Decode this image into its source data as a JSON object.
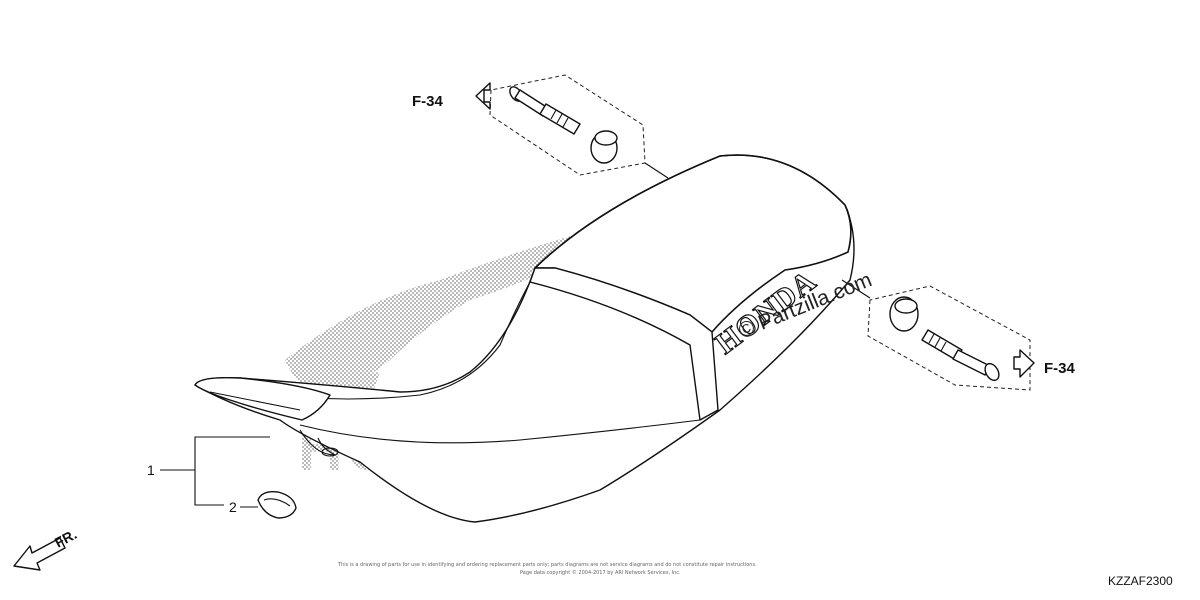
{
  "diagram": {
    "ref_top": "F-34",
    "ref_right": "F-34",
    "callouts": [
      "1",
      "2"
    ],
    "front_label": "FR.",
    "brand_on_seat": "HONDA",
    "background_watermark": "HONDA",
    "watermark": "© Partzilla.com",
    "diagram_code": "KZZAF2300",
    "copyright_line1": "This is a drawing of parts for use in identifying and ordering replacement parts only; parts diagrams are not service diagrams and do not constitute repair instructions.",
    "copyright_line2": "Page data copyright © 2004-2017 by ARI Network Services, Inc."
  }
}
